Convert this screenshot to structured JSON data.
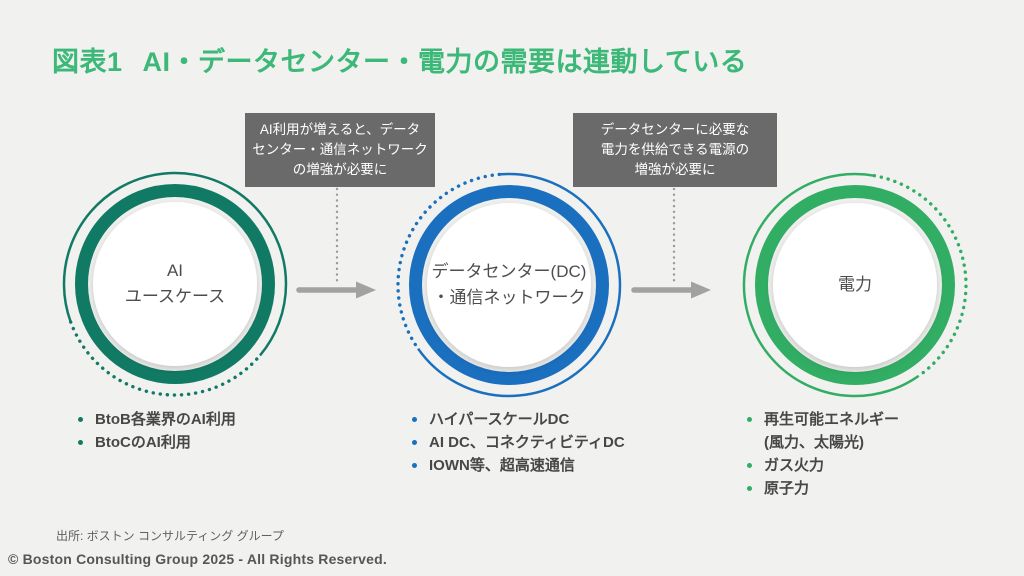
{
  "title": {
    "prefix": "図表1",
    "text": "AI・データセンター・電力の需要は連動している"
  },
  "callouts": [
    {
      "lines": [
        "AI利用が増えると、データ",
        "センター・通信ネットワーク",
        "の増強が必要に"
      ]
    },
    {
      "lines": [
        "データセンターに必要な",
        "電力を供給できる電源の",
        "増強が必要に"
      ]
    }
  ],
  "nodes": [
    {
      "label_lines": [
        "AI",
        "ユースケース"
      ],
      "color": "#117a65",
      "bullets": [
        {
          "text": "BtoB各業界のAI利用"
        },
        {
          "text": "BtoCのAI利用"
        }
      ]
    },
    {
      "label_lines": [
        "データセンター(DC)",
        "・通信ネットワーク"
      ],
      "color": "#1a6fbf",
      "bullets": [
        {
          "text": "ハイパースケールDC"
        },
        {
          "text": "AI DC、コネクティビティDC"
        },
        {
          "text": "IOWN等、超高速通信"
        }
      ]
    },
    {
      "label_lines": [
        "電力"
      ],
      "color": "#32ad64",
      "bullets": [
        {
          "text": "再生可能エネルギー",
          "sub": "(風力、太陽光)"
        },
        {
          "text": "ガス火力"
        },
        {
          "text": "原子力"
        }
      ]
    }
  ],
  "footer": {
    "source": "出所: ボストン コンサルティング グループ",
    "copyright": "© Boston Consulting Group 2025 - All Rights Reserved."
  },
  "colors": {
    "background": "#f1f1ef",
    "title_green": "#3cb878",
    "callout_bg": "#6a6a6a",
    "callout_text": "#ffffff",
    "arrow_gray": "#a2a2a2",
    "connector_gray": "#9b9b9b",
    "node_teal": "#117a65",
    "node_blue": "#1a6fbf",
    "node_green": "#32ad64",
    "body_text": "#474747"
  }
}
